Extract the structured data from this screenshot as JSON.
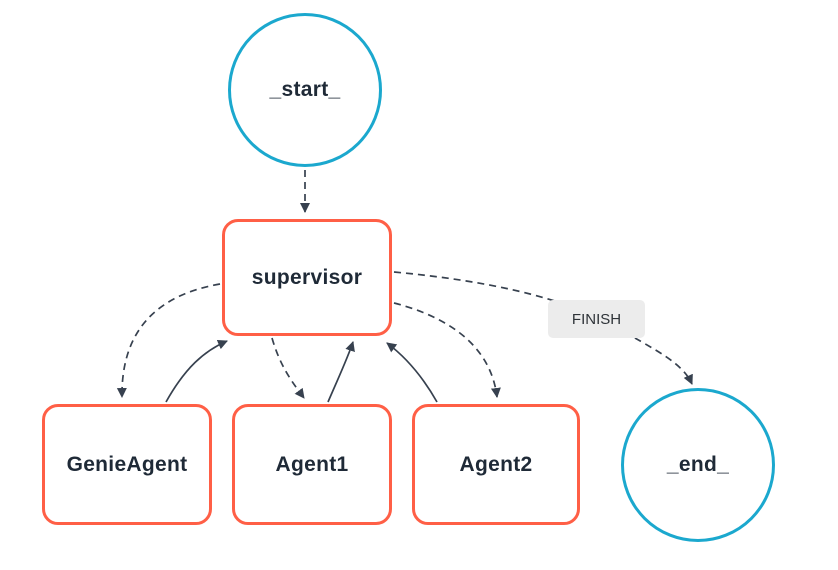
{
  "diagram": {
    "type": "agent-workflow-graph",
    "nodes": {
      "start": {
        "label": "_start_",
        "shape": "circle"
      },
      "supervisor": {
        "label": "supervisor",
        "shape": "rounded-box"
      },
      "genie_agent": {
        "label": "GenieAgent",
        "shape": "rounded-box"
      },
      "agent1": {
        "label": "Agent1",
        "shape": "rounded-box"
      },
      "agent2": {
        "label": "Agent2",
        "shape": "rounded-box"
      },
      "end": {
        "label": "_end_",
        "shape": "circle"
      }
    },
    "edges": {
      "finish_label": "FINISH",
      "list": [
        {
          "from": "start",
          "to": "supervisor",
          "style": "dashed"
        },
        {
          "from": "supervisor",
          "to": "genie_agent",
          "style": "dashed"
        },
        {
          "from": "genie_agent",
          "to": "supervisor",
          "style": "solid"
        },
        {
          "from": "supervisor",
          "to": "agent1",
          "style": "dashed"
        },
        {
          "from": "agent1",
          "to": "supervisor",
          "style": "solid"
        },
        {
          "from": "supervisor",
          "to": "agent2",
          "style": "dashed"
        },
        {
          "from": "agent2",
          "to": "supervisor",
          "style": "solid"
        },
        {
          "from": "supervisor",
          "to": "end",
          "style": "dashed",
          "label": "FINISH"
        }
      ]
    },
    "colors": {
      "circle_border": "#1ba8ce",
      "box_border": "#ff5f46",
      "edge_stroke": "#37414f",
      "finish_label_bg": "#ececec",
      "text": "#1f2a37"
    }
  }
}
